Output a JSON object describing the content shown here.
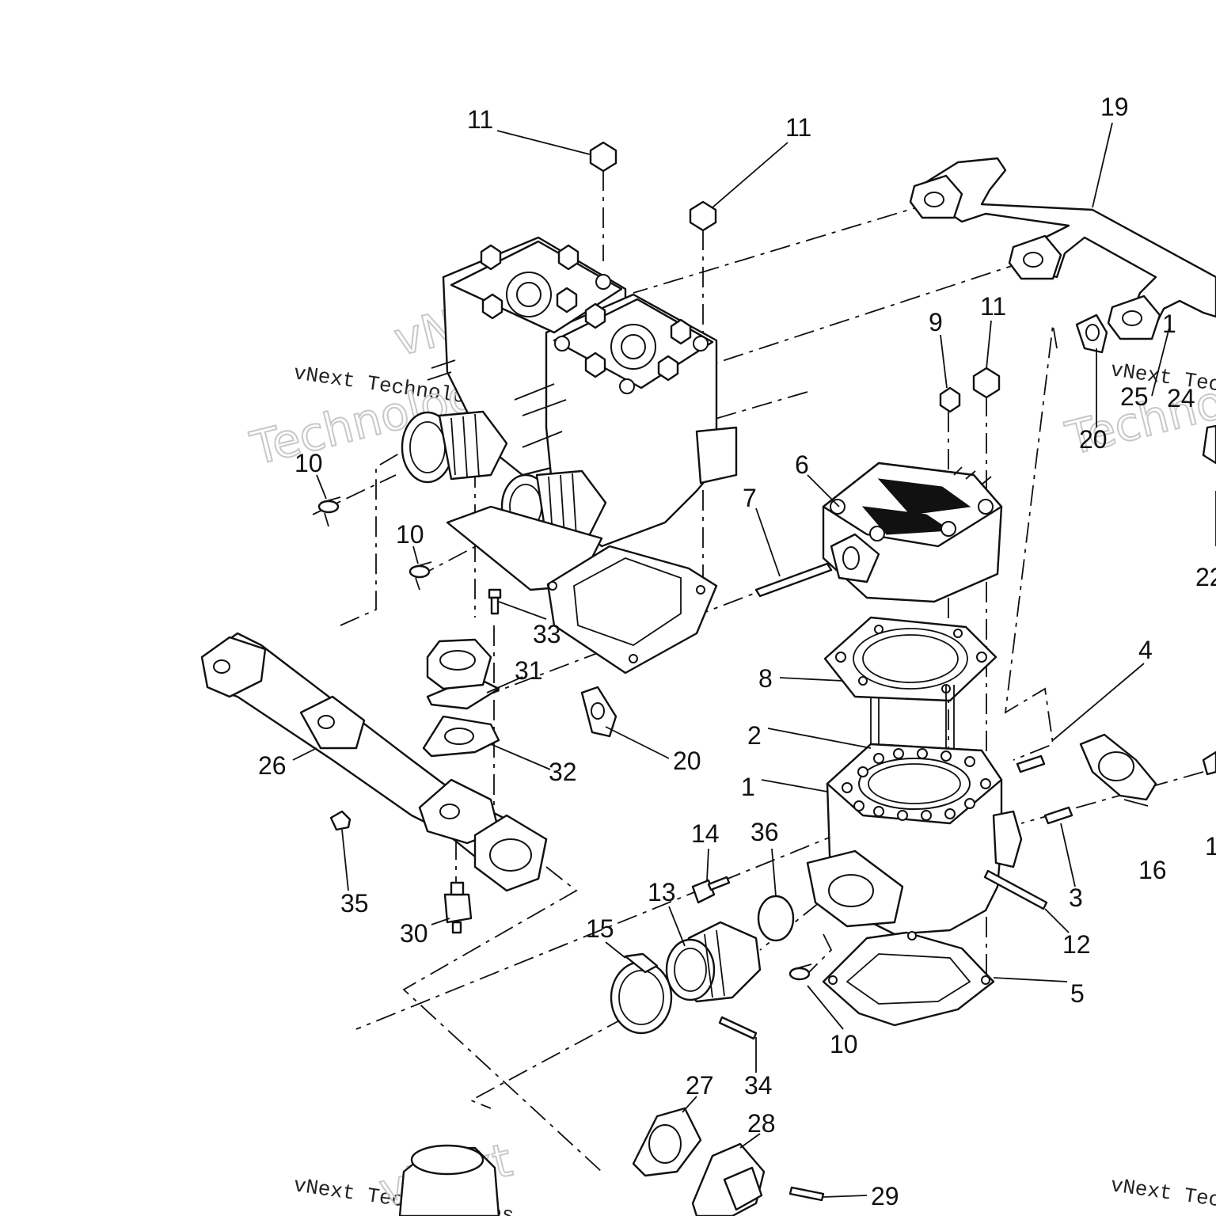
{
  "watermark": {
    "brand": "vNext Technologies",
    "word_top": "vNext",
    "word_bottom": "Technologies"
  },
  "callouts": [
    "1",
    "2",
    "3",
    "4",
    "5",
    "6",
    "7",
    "8",
    "9",
    "10",
    "11",
    "12",
    "13",
    "14",
    "15",
    "16",
    "19",
    "20",
    "22",
    "24",
    "25",
    "26",
    "27",
    "28",
    "29",
    "30",
    "31",
    "32",
    "33",
    "34",
    "35",
    "36"
  ],
  "labels": {
    "l11a": "11",
    "l11b": "11",
    "l11c": "11",
    "l19": "19",
    "l9": "9",
    "l25": "25",
    "l24": "24",
    "l20a": "20",
    "l20b": "20",
    "l10a": "10",
    "l10b": "10",
    "l10c": "10",
    "l6": "6",
    "l7": "7",
    "l22": "22",
    "l8": "8",
    "l4": "4",
    "l33": "33",
    "l31": "31",
    "l32": "32",
    "l26": "26",
    "l2": "2",
    "l1": "1",
    "l16": "16",
    "l1edge": "1",
    "l3": "3",
    "l12": "12",
    "l35": "35",
    "l14": "14",
    "l36": "36",
    "l13": "13",
    "l30": "30",
    "l15": "15",
    "l5": "5",
    "l34": "34",
    "l27": "27",
    "l28": "28",
    "l29": "29"
  }
}
